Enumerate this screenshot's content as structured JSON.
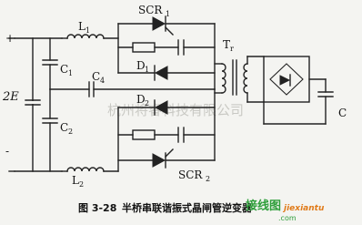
{
  "diagram": {
    "supply_label": "2E",
    "plus_sign": "+",
    "minus_sign": "-",
    "inductor_top": "L",
    "inductor_top_sub": "1",
    "inductor_bottom": "L",
    "inductor_bottom_sub": "2",
    "cap_c1": "C",
    "cap_c1_sub": "1",
    "cap_c2": "C",
    "cap_c2_sub": "2",
    "cap_c4": "C",
    "cap_c4_sub": "4",
    "scr1": "SCR",
    "scr1_sub": "1",
    "scr2": "SCR",
    "scr2_sub": "2",
    "diode_d1": "D",
    "diode_d1_sub": "1",
    "diode_d2": "D",
    "diode_d2_sub": "2",
    "transformer": "T",
    "transformer_sub": "r",
    "output_cap": "C"
  },
  "watermark": "杭州将睿科技有限公司",
  "caption": {
    "figure_no": "图 3-28",
    "title": "半桥串联谐振式晶闸管逆变器"
  },
  "logo": {
    "text": "接线图",
    "site": "jiexiantu",
    "domain": ".com"
  },
  "colors": {
    "ink": "#222222",
    "background": "#f4f4f1",
    "logo_green": "#2e9e3a",
    "logo_orange": "#e07b1a",
    "watermark": "#c9c9c4"
  }
}
